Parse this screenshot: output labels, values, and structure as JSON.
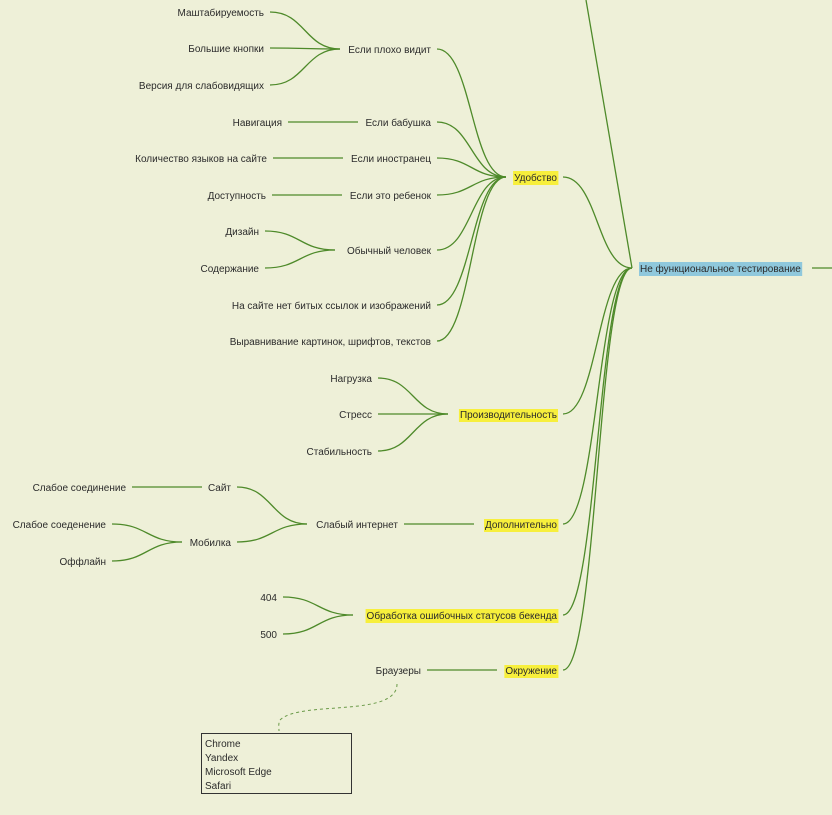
{
  "colors": {
    "background": "#eef0d8",
    "edge": "#4e8a2a",
    "highlight_yellow": "#f7ef3c",
    "highlight_blue": "#8fc8dc",
    "text": "#2b2b2b"
  },
  "nodes": {
    "root": "Не функциональное тестирование",
    "udobstvo": "Удобство",
    "esli_ploho_vidit": "Если плохо видит",
    "masshtab": "Маштабируемость",
    "bolshie_knopki": "Большие кнопки",
    "versiya_slabovid": "Версия для слабовидящих",
    "esli_babushka": "Если бабушка",
    "navigaciya": "Навигация",
    "esli_inostranec": "Если иностранец",
    "kolichestvo_yazykov": "Количество языков на сайте",
    "esli_rebenok": "Если это ребенок",
    "dostupnost": "Доступность",
    "obychnyi_chelovek": "Обычный человек",
    "dizain": "Дизайн",
    "soderzhanie": "Содержание",
    "net_bityh": "На сайте нет битых ссылок и изображений",
    "vyravnivanie": "Выравнивание картинок, шрифтов, текстов",
    "proizvoditelnost": "Производительность",
    "nagruzka": "Нагрузка",
    "stress": "Стресс",
    "stabilnost": "Стабильность",
    "dopolnitelno": "Дополнительно",
    "slabyi_internet": "Слабый интернет",
    "sait": "Сайт",
    "slaboe_soedinenie": "Слабое соединение",
    "mobilka": "Мобилка",
    "slaboe_soedenenie": "Слабое соеденение",
    "offlain": "Оффлайн",
    "obrabotka": "Обработка ошибочных статусов бекенда",
    "s404": "404",
    "s500": "500",
    "okruzhenie": "Окружение",
    "brauzery": "Браузеры"
  },
  "note": {
    "lines": [
      "Chrome",
      "Yandex",
      "Microsoft Edge",
      "Safari"
    ]
  }
}
